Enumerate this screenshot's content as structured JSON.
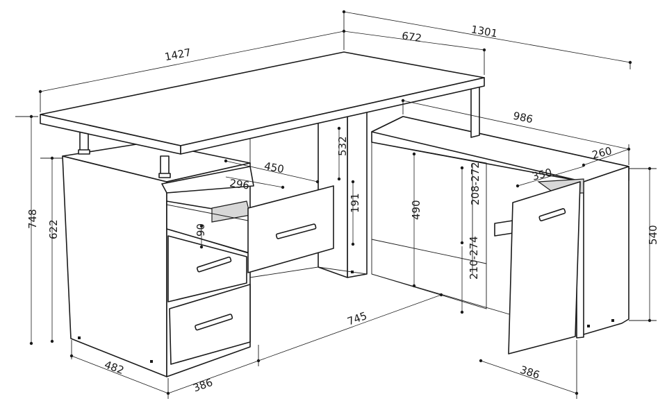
{
  "diagram": {
    "dimensions": {
      "total_width": "1427",
      "return_length": "1301",
      "top_depth": "672",
      "return_inner": "986",
      "return_depth": "260",
      "shelf_width": "350",
      "height_total": "748",
      "height_pedestal": "622",
      "drawer_width": "450",
      "drawer_inner": "296",
      "drawer_height": "90",
      "gap_height": "532",
      "upper_section": "191",
      "inner_height": "490",
      "shelf_range_upper": "208-272",
      "shelf_range_lower": "210-274",
      "cabinet_height": "540",
      "knee_space": "745",
      "pedestal_depth": "482",
      "pedestal_width": "386",
      "cabinet_width": "386"
    }
  }
}
